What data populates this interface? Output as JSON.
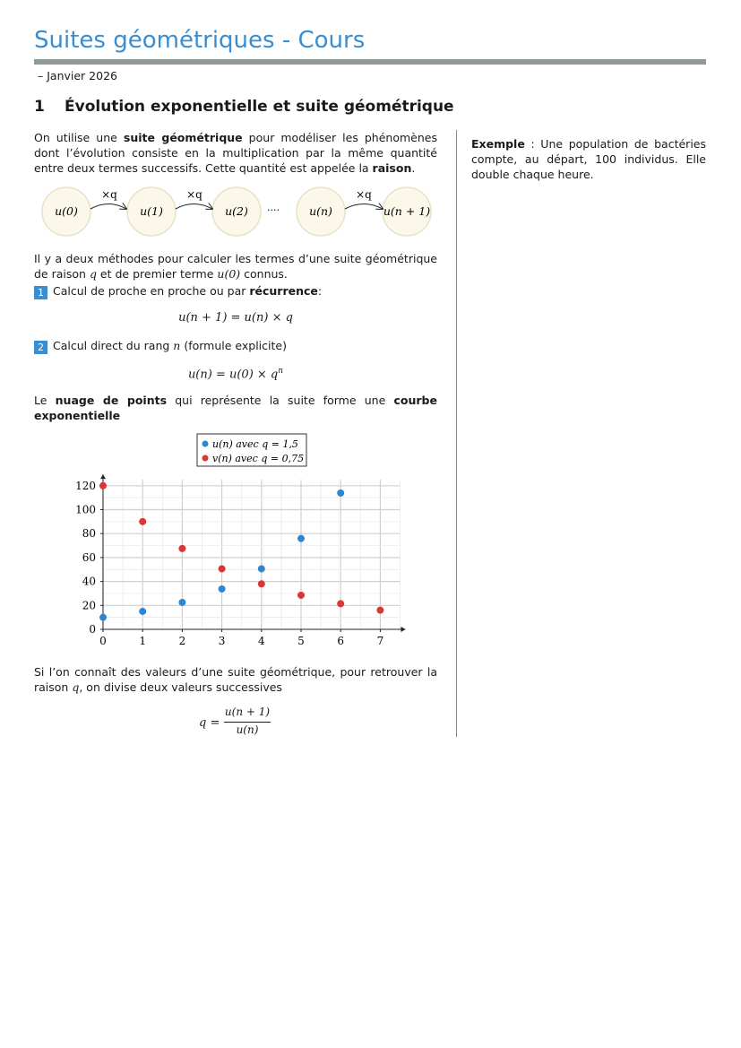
{
  "page": {
    "title": "Suites géométriques - Cours",
    "date": "– Janvier 2026"
  },
  "section": {
    "number": "1",
    "title": "Évolution exponentielle et suite géométrique"
  },
  "intro": {
    "t1": "On utilise une ",
    "b1": "suite géométrique",
    "t2": " pour modéliser les phénomènes dont l’évolution consiste en la multiplication par la même quantité entre deux termes successifs. Cette quantité est appelée la ",
    "b2": "raison",
    "t3": "."
  },
  "diagram": {
    "nodes": [
      "u(0)",
      "u(1)",
      "u(2)",
      "u(n)",
      "u(n + 1)"
    ],
    "arrow_label": "×q",
    "ellipsis": "····"
  },
  "methods": {
    "intro_a": "Il y a deux méthodes pour calculer les termes d’une suite géométrique de raison ",
    "q": "q",
    "intro_b": " et de premier terme ",
    "u0": "u(0)",
    "intro_c": " connus.",
    "m1_badge": "1",
    "m1_text": "Calcul de proche en proche ou par ",
    "m1_bold": "récurrence",
    "m1_end": ":",
    "eq1": "u(n + 1) = u(n) × q",
    "m2_badge": "2",
    "m2_text": "Calcul direct du rang ",
    "m2_n": "n",
    "m2_end": " (formule explicite)",
    "eq2_base": "u(n) = u(0) × q",
    "eq2_exp": "n"
  },
  "cloud": {
    "t1": "Le ",
    "b1": "nuage de points",
    "t2": " qui représente la suite forme une ",
    "b2": "courbe exponentielle"
  },
  "chart_data": {
    "type": "scatter",
    "title": "",
    "xlabel": "",
    "ylabel": "",
    "xlim": [
      0,
      7.5
    ],
    "ylim": [
      0,
      125
    ],
    "xticks": [
      0,
      1,
      2,
      3,
      4,
      5,
      6,
      7
    ],
    "yticks": [
      0,
      20,
      40,
      60,
      80,
      100,
      120
    ],
    "grid": true,
    "legend_position": "top-center",
    "series": [
      {
        "name": "u(n) avec q = 1,5",
        "color": "#2e86cf",
        "x": [
          0,
          1,
          2,
          3,
          4,
          5,
          6
        ],
        "y": [
          10,
          15,
          22.5,
          33.75,
          50.6,
          75.9,
          113.9
        ]
      },
      {
        "name": "v(n) avec q = 0,75",
        "color": "#d93636",
        "x": [
          0,
          1,
          2,
          3,
          4,
          5,
          6,
          7
        ],
        "y": [
          120,
          90,
          67.5,
          50.6,
          38,
          28.5,
          21.4,
          16
        ]
      }
    ]
  },
  "reason": {
    "t1": "Si l’on connaît des valeurs d’une suite géométrique, pour retrouver la raison ",
    "q": "q",
    "t2": ", on divise deux valeurs successives",
    "lhs": "q =",
    "num": "u(n + 1)",
    "den": "u(n)"
  },
  "example": {
    "label": "Exemple",
    "text": "  : Une population de bactéries compte, au départ, 100 individus. Elle double chaque heure."
  }
}
